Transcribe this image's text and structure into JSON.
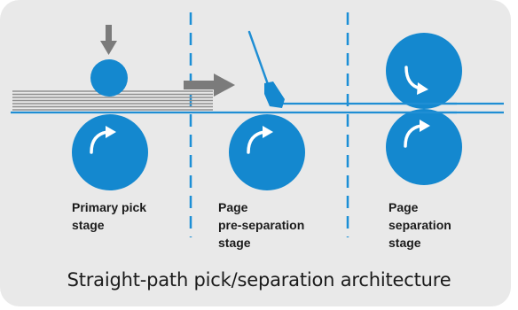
{
  "colors": {
    "roller": "#1488cf",
    "paper_line": "#1f8ed4",
    "divider": "#1b8fd6",
    "arrow_gray": "#7b7b7b",
    "paper_stack": "#8f8f8f",
    "background": "#e9e9e9",
    "rotation_arrow": "#ffffff"
  },
  "stages": [
    {
      "id": "primary-pick",
      "label_lines": [
        "Primary pick",
        "stage"
      ]
    },
    {
      "id": "pre-separation",
      "label_lines": [
        "Page",
        "pre-separation",
        "stage"
      ]
    },
    {
      "id": "separation",
      "label_lines": [
        "Page",
        "separation",
        "stage"
      ]
    }
  ],
  "caption": "Straight-path pick/separation architecture",
  "icons": [
    "down-arrow-icon",
    "right-arrow-icon",
    "rotation-arrow-icon"
  ]
}
